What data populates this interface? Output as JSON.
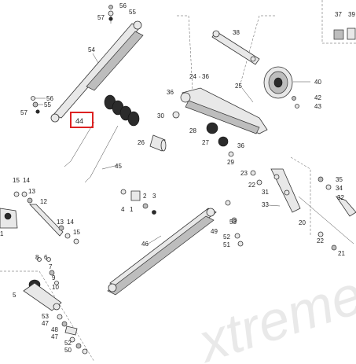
{
  "watermark": "xtreme",
  "highlight_label": "44",
  "callouts": [
    {
      "n": "56"
    },
    {
      "n": "55"
    },
    {
      "n": "57"
    },
    {
      "n": "54"
    },
    {
      "n": "56"
    },
    {
      "n": "55"
    },
    {
      "n": "57"
    },
    {
      "n": "26"
    },
    {
      "n": "45"
    },
    {
      "n": "38"
    },
    {
      "n": "24"
    },
    {
      "n": "36"
    },
    {
      "n": "25"
    },
    {
      "n": "40"
    },
    {
      "n": "42"
    },
    {
      "n": "43"
    },
    {
      "n": "36"
    },
    {
      "n": "30"
    },
    {
      "n": "28"
    },
    {
      "n": "27"
    },
    {
      "n": "36"
    },
    {
      "n": "29"
    },
    {
      "n": "37"
    },
    {
      "n": "39"
    },
    {
      "n": "15"
    },
    {
      "n": "14"
    },
    {
      "n": "13"
    },
    {
      "n": "12"
    },
    {
      "n": "13"
    },
    {
      "n": "14"
    },
    {
      "n": "15"
    },
    {
      "n": "1"
    },
    {
      "n": "4"
    },
    {
      "n": "1"
    },
    {
      "n": "2"
    },
    {
      "n": "3"
    },
    {
      "n": "23"
    },
    {
      "n": "22"
    },
    {
      "n": "31"
    },
    {
      "n": "33"
    },
    {
      "n": "35"
    },
    {
      "n": "34"
    },
    {
      "n": "32"
    },
    {
      "n": "20"
    },
    {
      "n": "22"
    },
    {
      "n": "21"
    },
    {
      "n": "46"
    },
    {
      "n": "53"
    },
    {
      "n": "49"
    },
    {
      "n": "52"
    },
    {
      "n": "51"
    },
    {
      "n": "8"
    },
    {
      "n": "6"
    },
    {
      "n": "7"
    },
    {
      "n": "9"
    },
    {
      "n": "10"
    },
    {
      "n": "5"
    },
    {
      "n": "53"
    },
    {
      "n": "47"
    },
    {
      "n": "48"
    },
    {
      "n": "47"
    },
    {
      "n": "52"
    },
    {
      "n": "50"
    }
  ]
}
